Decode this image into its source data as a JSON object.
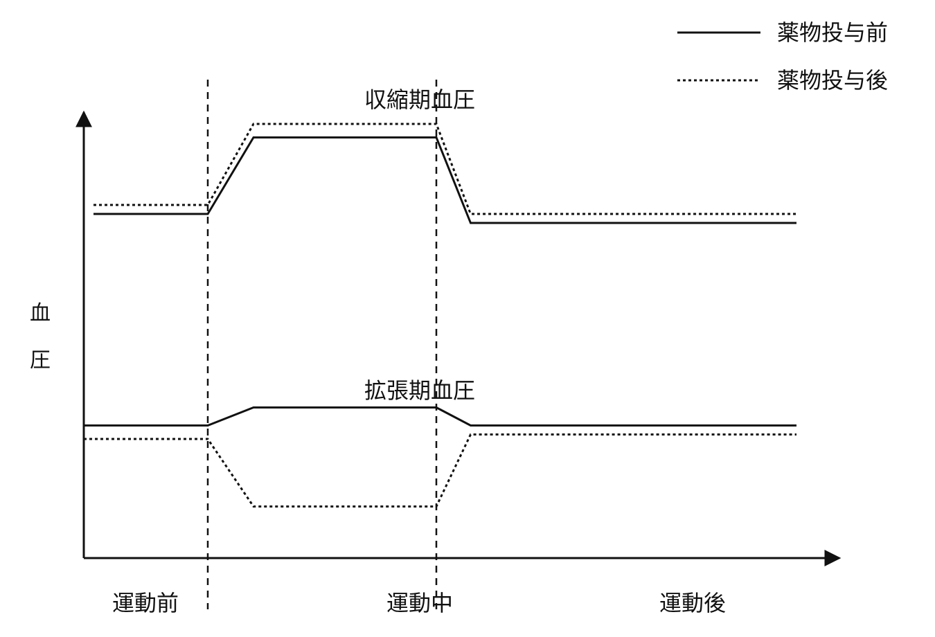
{
  "chart_data": {
    "type": "line",
    "title": "",
    "xlabel": "",
    "ylabel": "血圧",
    "grid": false,
    "legend": {
      "placement": "top-right",
      "entries": [
        {
          "label": "薬物投与前",
          "style": "solid"
        },
        {
          "label": "薬物投与後",
          "style": "dotted"
        }
      ]
    },
    "phase_labels": [
      "運動前",
      "運動中",
      "運動後"
    ],
    "phase_boundaries": [
      1,
      3
    ],
    "xlim": [
      -0.1,
      5.3
    ],
    "ylim": [
      0,
      100
    ],
    "x": [
      0,
      1,
      1.4,
      3,
      3.3,
      4.3
    ],
    "groups": [
      {
        "label": "収縮期血圧",
        "label_x": 2,
        "series": [
          {
            "legend": "薬物投与前",
            "style": "solid",
            "values": [
              74,
              74,
              91,
              91,
              72,
              72
            ]
          },
          {
            "legend": "薬物投与後",
            "style": "dotted",
            "values": [
              76,
              76,
              94,
              94,
              74,
              74
            ]
          }
        ]
      },
      {
        "label": "拡張期血圧",
        "label_x": 2,
        "series": [
          {
            "legend": "薬物投与前",
            "style": "solid",
            "values": [
              27,
              27,
              31,
              31,
              27,
              27
            ]
          },
          {
            "legend": "薬物投与後",
            "style": "dotted",
            "values": [
              24,
              24,
              9,
              9,
              25,
              25
            ]
          }
        ]
      }
    ]
  }
}
